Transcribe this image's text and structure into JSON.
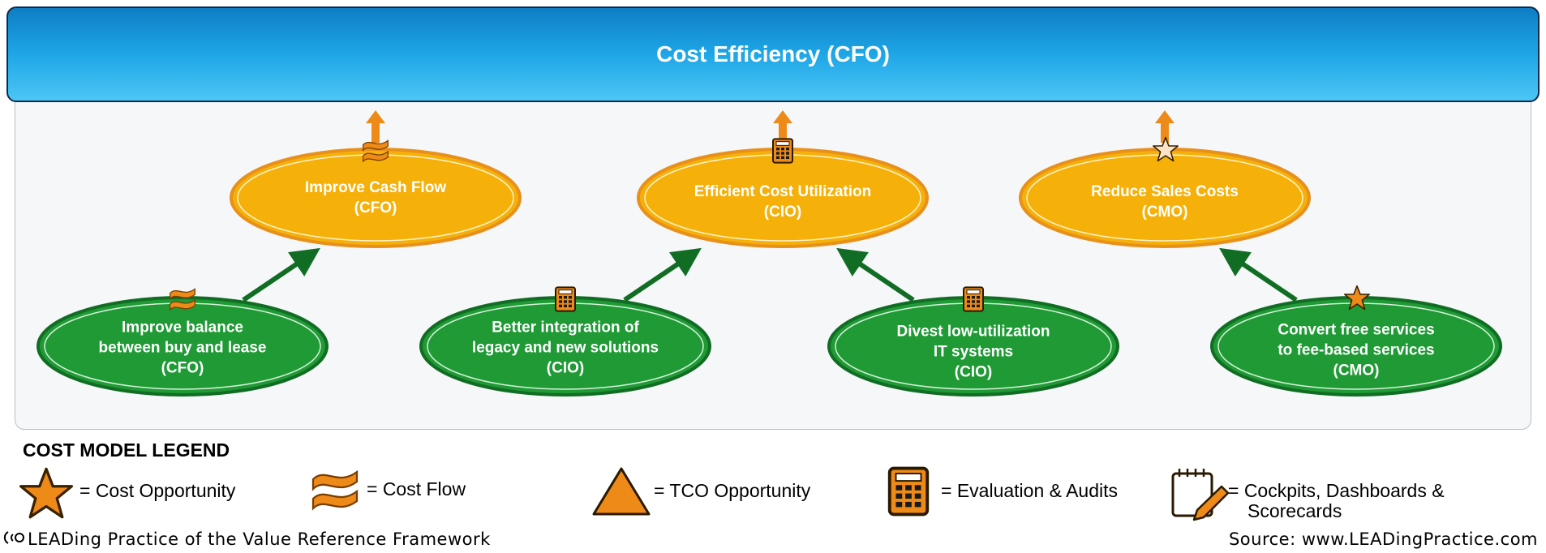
{
  "header": {
    "title": "Cost Efficiency (CFO)"
  },
  "colors": {
    "orange_fill": "#f5b00a",
    "orange_border": "#e8901a",
    "green_fill": "#1f9a35",
    "green_dark": "#116d23",
    "arrow_orange": "#ee8a18",
    "header_blue": "#1ea6e6"
  },
  "goals": [
    {
      "label": "Improve Cash Flow",
      "owner": "(CFO)",
      "icon": "cost-flow-icon"
    },
    {
      "label": "Efficient Cost Utilization",
      "owner": "(CIO)",
      "icon": "calculator-icon"
    },
    {
      "label": "Reduce Sales Costs",
      "owner": "(CMO)",
      "icon": "star-icon"
    }
  ],
  "drivers": [
    {
      "line1": "Improve balance",
      "line2": "between buy and lease",
      "owner": "(CFO)",
      "icon": "cost-flow-icon"
    },
    {
      "line1": "Better integration of",
      "line2": "legacy and new solutions",
      "owner": "(CIO)",
      "icon": "calculator-icon"
    },
    {
      "line1": "Divest low-utilization",
      "line2": "IT systems",
      "owner": "(CIO)",
      "icon": "calculator-icon"
    },
    {
      "line1": "Convert free services",
      "line2": "to fee-based services",
      "owner": "(CMO)",
      "icon": "star-icon"
    }
  ],
  "legend": {
    "title": "COST MODEL LEGEND",
    "items": [
      {
        "icon": "star-icon",
        "label": "= Cost Opportunity"
      },
      {
        "icon": "cost-flow-icon",
        "label": "= Cost Flow"
      },
      {
        "icon": "triangle-icon",
        "label": "= TCO Opportunity"
      },
      {
        "icon": "calculator-icon",
        "label": "= Evaluation & Audits"
      },
      {
        "icon": "notepad-pencil-icon",
        "label": "= Cockpits, Dashboards &",
        "label2": "Scorecards"
      }
    ]
  },
  "footer": {
    "left": "LEADing Practice of the Value Reference Framework",
    "right": "Source: www.LEADingPractice.com"
  }
}
